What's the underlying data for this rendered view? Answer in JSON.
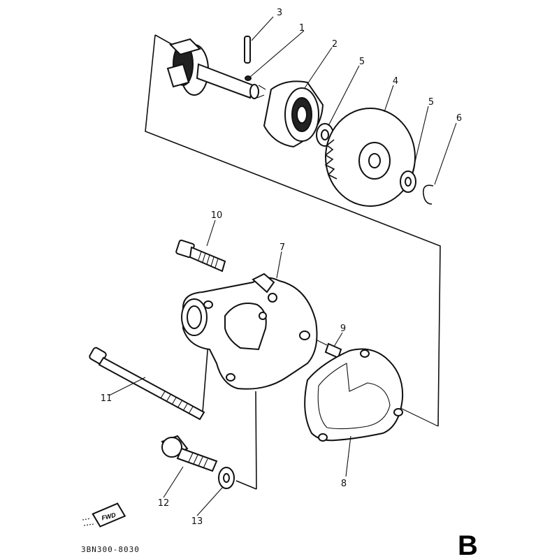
{
  "callouts": [
    {
      "id": "1",
      "label": "1"
    },
    {
      "id": "2",
      "label": "2"
    },
    {
      "id": "3",
      "label": "3"
    },
    {
      "id": "4",
      "label": "4"
    },
    {
      "id": "5a",
      "label": "5"
    },
    {
      "id": "5b",
      "label": "5"
    },
    {
      "id": "6",
      "label": "6"
    },
    {
      "id": "7",
      "label": "7"
    },
    {
      "id": "8",
      "label": "8"
    },
    {
      "id": "9",
      "label": "9"
    },
    {
      "id": "10",
      "label": "10"
    },
    {
      "id": "11",
      "label": "11"
    },
    {
      "id": "12",
      "label": "12"
    },
    {
      "id": "13",
      "label": "13"
    }
  ],
  "fwd_label": "FWD",
  "drawing_code": "3BN300-8030",
  "section_letter": "B"
}
